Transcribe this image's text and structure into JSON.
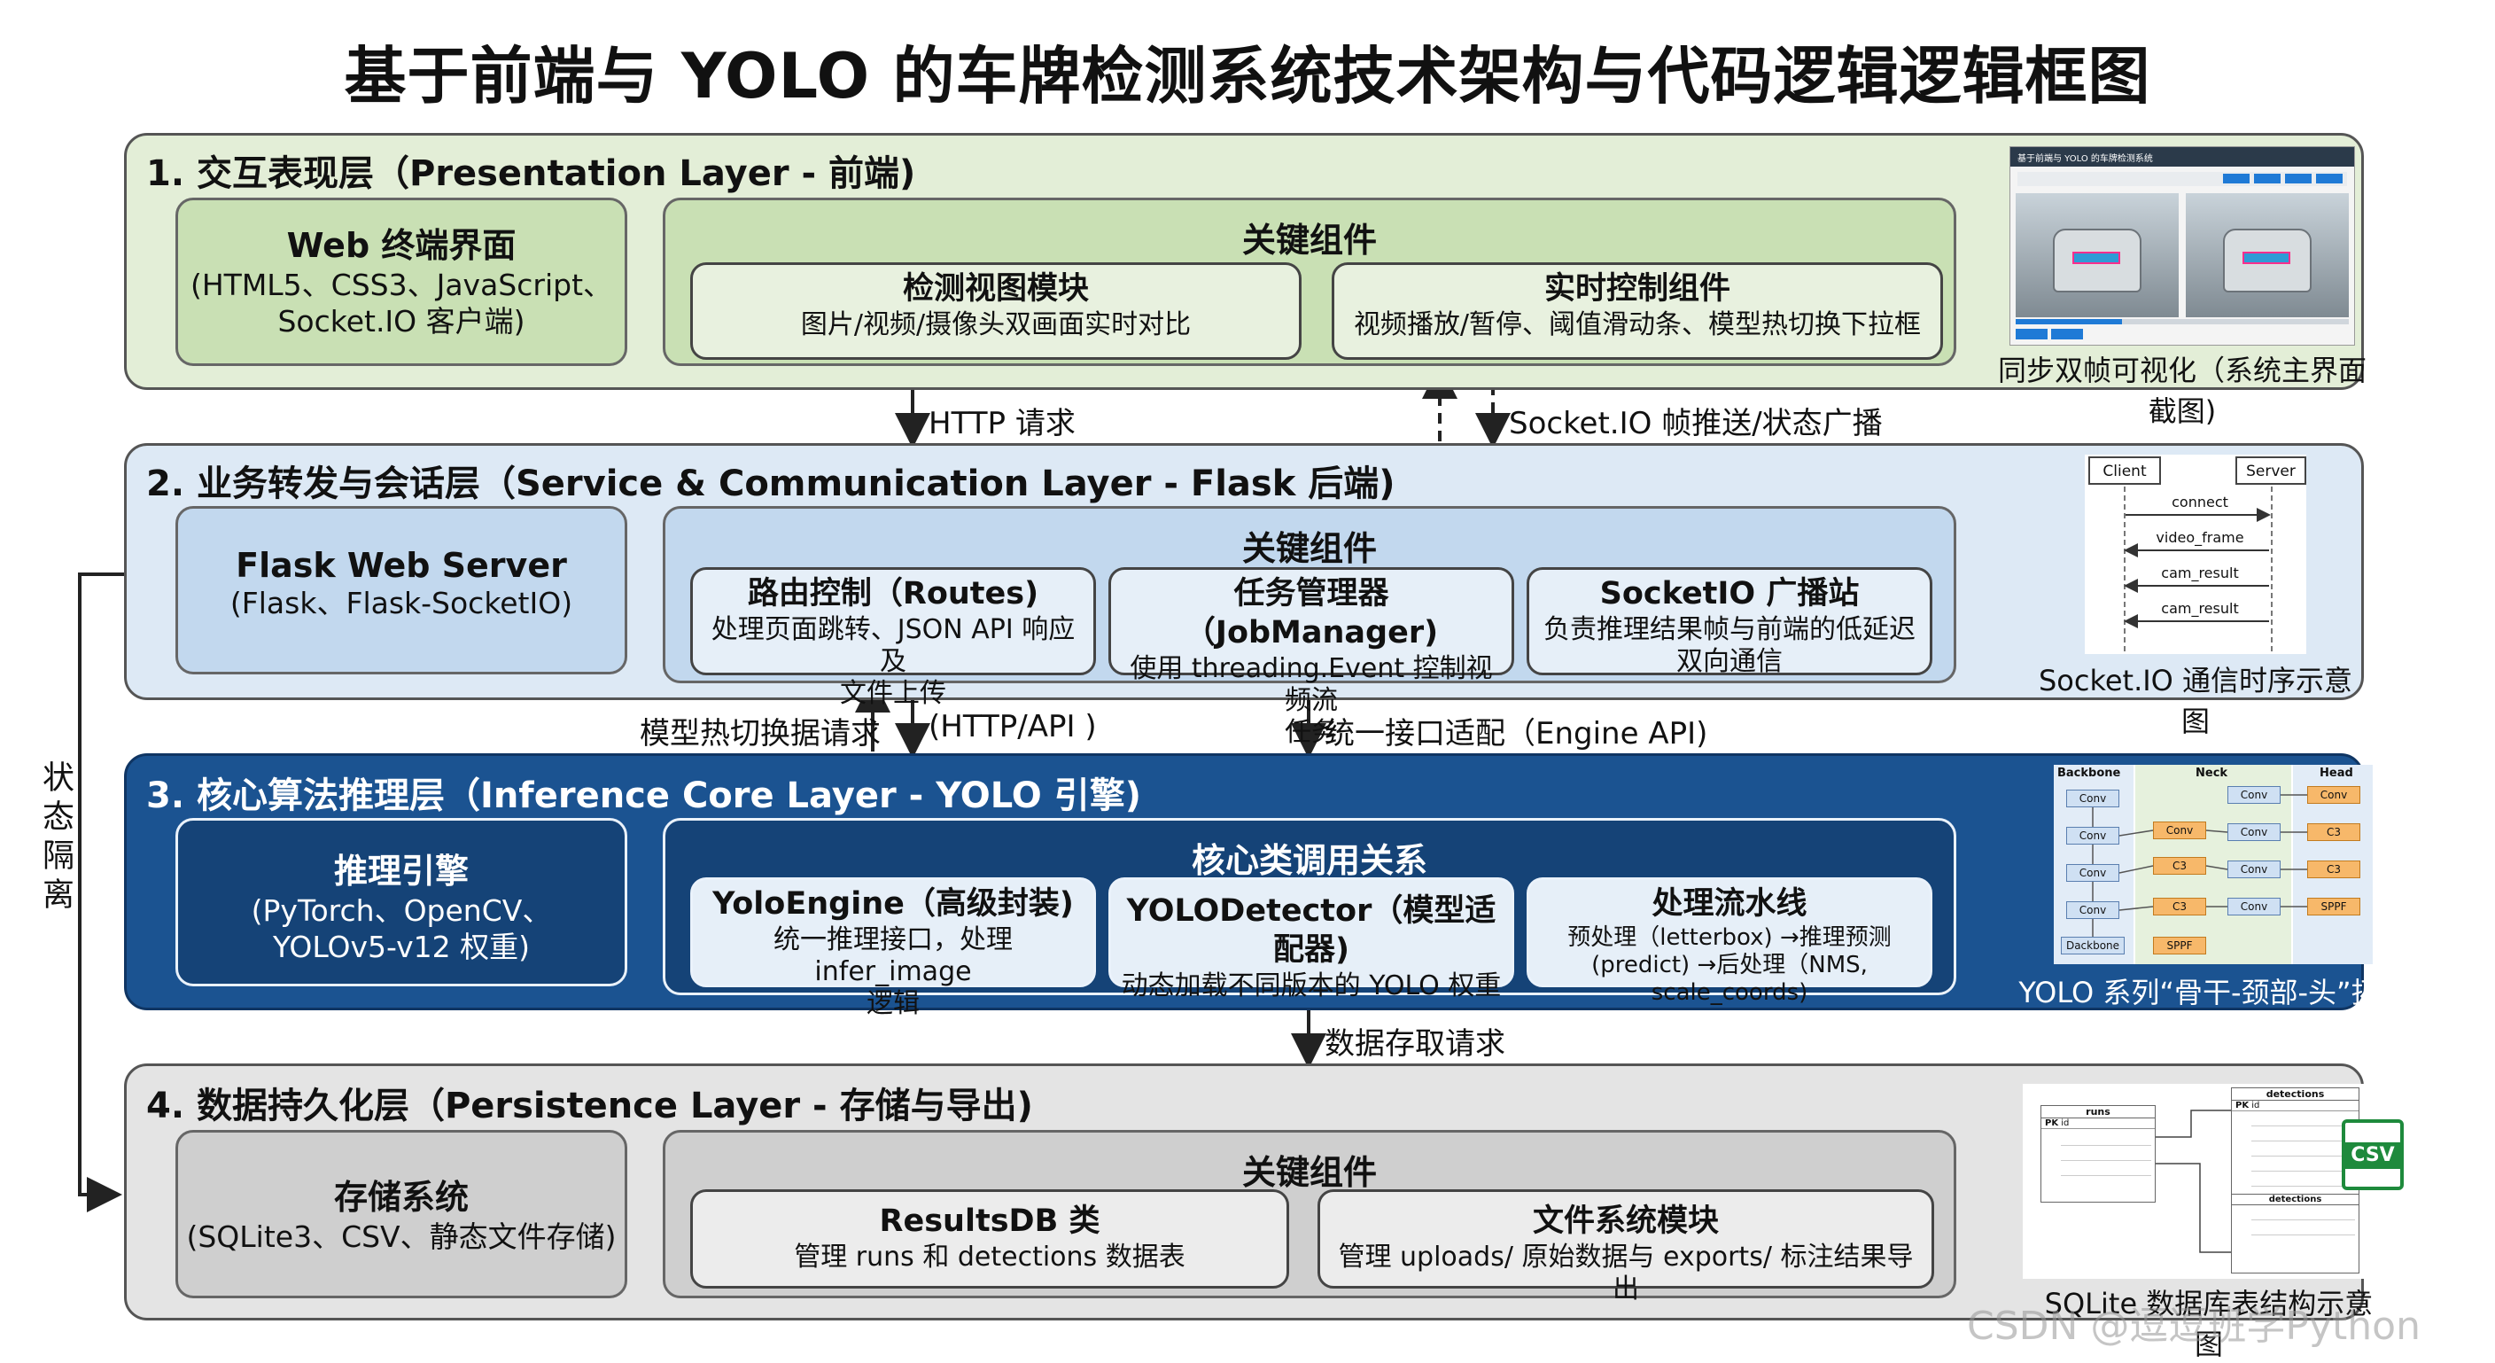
{
  "title": "基于前端与 YOLO 的车牌检测系统技术架构与代码逻辑逻辑框图",
  "colors": {
    "l1_bg": "#e3eed7",
    "l1_inner": "#c9e0b4",
    "l2_bg": "#dde9f5",
    "l2_inner": "#c2d8ee",
    "l3_bg": "#1b5391",
    "l3_inner": "#154377",
    "l4_bg": "#e4e4e4",
    "l4_inner": "#cfcfcf"
  },
  "side_label": "状态隔离",
  "layer1": {
    "title": "1. 交互表现层（Presentation Layer - 前端)",
    "panel_title": "Web 终端界面",
    "panel_sub1": "(HTML5、CSS3、JavaScript、",
    "panel_sub2": "Socket.IO 客户端)",
    "group_title": "关键组件",
    "box1_title": "检测视图模块",
    "box1_sub": "图片/视频/摄像头双画面实时对比",
    "box2_title": "实时控制组件",
    "box2_sub": "视频播放/暂停、阈值滑动条、模型热切换下拉框",
    "screenshot_header": "基于前端与 YOLO 的车牌检测系统",
    "caption": "同步双帧可视化（系统主界面截图)"
  },
  "conn12": {
    "http": "HTTP 请求",
    "socket": "Socket.IO 帧推送/状态广播"
  },
  "layer2": {
    "title": "2. 业务转发与会话层（Service & Communication Layer - Flask 后端)",
    "panel_title": "Flask Web Server",
    "panel_sub": "(Flask、Flask-SocketIO)",
    "group_title": "关键组件",
    "box1_title": "路由控制（Routes)",
    "box1_sub1": "处理页面跳转、JSON API 响应及",
    "box1_sub2": "文件上传",
    "box2_title": "任务管理器（JobManager)",
    "box2_sub1": "使用 threading.Event 控制视频流",
    "box2_sub2": "任务",
    "box3_title": "SocketIO 广播站",
    "box3_sub1": "负责推理结果帧与前端的低延迟",
    "box3_sub2": "双向通信",
    "seq_client": "Client",
    "seq_server": "Server",
    "seq_msgs": [
      "connect",
      "video_frame",
      "cam_result",
      "cam_result"
    ],
    "caption": "Socket.IO 通信时序示意图"
  },
  "conn23": {
    "left": "模型热切换据请求",
    "mid": "(HTTP/API )",
    "right": "统一接口适配（Engine API)"
  },
  "layer3": {
    "title": "3. 核心算法推理层（Inference Core Layer - YOLO 引擎)",
    "panel_title": "推理引擎",
    "panel_sub1": "(PyTorch、OpenCV、",
    "panel_sub2": "YOLOv5-v12 权重)",
    "group_title": "核心类调用关系",
    "box1_title": "YoloEngine（高级封装)",
    "box1_sub1": "统一推理接口，处理 infer_image",
    "box1_sub2": "逻辑",
    "box2_title": "YOLODetector（模型适配器)",
    "box2_sub": "动态加载不同版本的 YOLO 权重",
    "box3_title": "处理流水线",
    "box3_sub1": "预处理（letterbox) →推理预测",
    "box3_sub2": "(predict) →后处理（NMS, scale_coords)",
    "arch_backbone": "Backbone",
    "arch_neck": "Neck",
    "arch_head": "Head",
    "arch_conv": "Conv",
    "arch_c3": "C3",
    "arch_sppf": "SPPF",
    "arch_dackbone": "Dackbone",
    "caption": "YOLO 系列“骨干-颈部-头”拓扑架构图"
  },
  "conn34": {
    "label": "数据存取请求"
  },
  "layer4": {
    "title": "4. 数据持久化层（Persistence Layer - 存储与导出)",
    "panel_title": "存储系统",
    "panel_sub": "(SQLite3、CSV、静态文件存储)",
    "group_title": "关键组件",
    "box1_title": "ResultsDB 类",
    "box1_sub": "管理 runs 和 detections 数据表",
    "box2_title": "文件系统模块",
    "box2_sub": "管理 uploads/ 原始数据与 exports/ 标注结果导出",
    "db_runs": "runs",
    "db_detections": "detections",
    "db_pk": "PK",
    "db_id": "id",
    "csv_label": "CSV",
    "caption": "SQLite 数据库表结构示意图"
  },
  "watermark": "CSDN @逗逗班学Python"
}
